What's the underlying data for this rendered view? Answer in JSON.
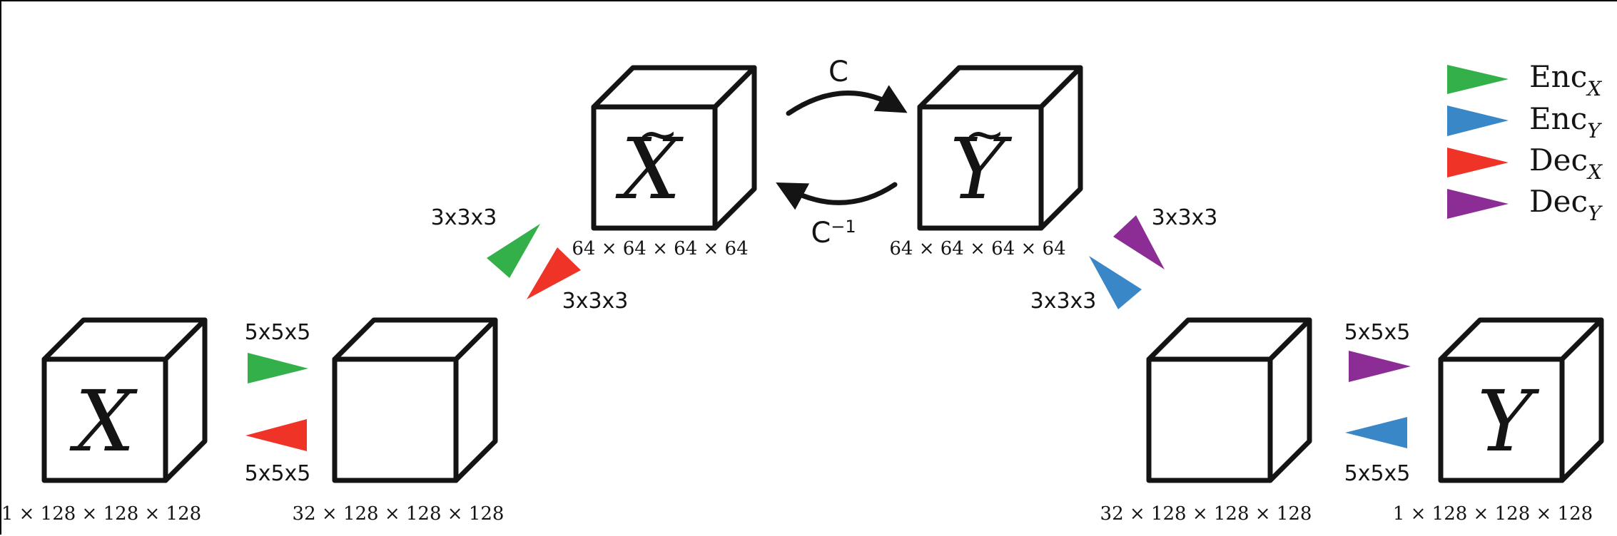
{
  "colors": {
    "enc_x": "#33b04a",
    "enc_y": "#3a87c8",
    "dec_x": "#ef3427",
    "dec_y": "#8b2d94",
    "ink": "#141414"
  },
  "cubes": {
    "x": {
      "symbol": "X",
      "dims": "1 × 128 × 128 × 128"
    },
    "x_hidden": {
      "symbol": "",
      "dims": "32 × 128 × 128 × 128"
    },
    "x_tilde": {
      "symbol": "X",
      "tilde": "~",
      "dims": "64 × 64 × 64 × 64"
    },
    "y_tilde": {
      "symbol": "Y",
      "tilde": "~",
      "dims": "64 × 64 × 64 × 64"
    },
    "y_hidden": {
      "symbol": "",
      "dims": "32 × 128 × 128 × 128"
    },
    "y": {
      "symbol": "Y",
      "dims": "1 × 128 × 128 × 128"
    }
  },
  "kernels": {
    "left_enc": "5x5x5",
    "left_dec": "5x5x5",
    "mid_left_enc": "3x3x3",
    "mid_left_dec": "3x3x3",
    "mid_right_dec": "3x3x3",
    "mid_right_enc": "3x3x3",
    "right_dec": "5x5x5",
    "right_enc": "5x5x5"
  },
  "cycle": {
    "forward": "C",
    "inverse": "C",
    "inverse_sup": "−1"
  },
  "legend": [
    {
      "main": "Enc",
      "sub": "X",
      "color_key": "enc_x",
      "icon": "triangle-right"
    },
    {
      "main": "Enc",
      "sub": "Y",
      "color_key": "enc_y",
      "icon": "triangle-right"
    },
    {
      "main": "Dec",
      "sub": "X",
      "color_key": "dec_x",
      "icon": "triangle-right"
    },
    {
      "main": "Dec",
      "sub": "Y",
      "color_key": "dec_y",
      "icon": "triangle-right"
    }
  ]
}
